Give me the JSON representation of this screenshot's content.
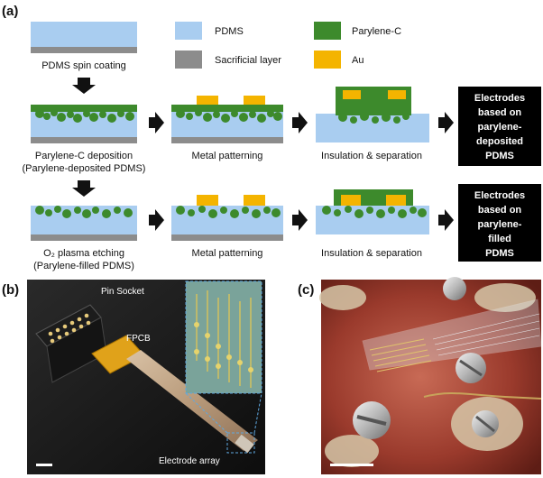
{
  "panels": {
    "a": "(a)",
    "b": "(b)",
    "c": "(c)"
  },
  "legend": {
    "pdms": "PDMS",
    "parylene": "Parylene-C",
    "sacrificial": "Sacrificial layer",
    "au": "Au"
  },
  "colors": {
    "pdms": "#a9cdf0",
    "parylene": "#3d8a2c",
    "sacrificial": "#8c8c8c",
    "au": "#f4b400",
    "result_box": "#000000"
  },
  "steps": {
    "spin": "PDMS spin coating",
    "dep1": "Parylene-C deposition",
    "dep2": "(Parylene-deposited PDMS)",
    "etch1": "O₂ plasma etching",
    "etch2": "(Parylene-filled PDMS)",
    "metal_top": "Metal patterning",
    "metal_bot": "Metal patterning",
    "ins_top": "Insulation & separation",
    "ins_bot": "Insulation & separation"
  },
  "results": {
    "top": [
      "Electrodes",
      "based on",
      "parylene-",
      "deposited",
      "PDMS"
    ],
    "bottom": [
      "Electrodes",
      "based on",
      "parylene-",
      "filled",
      "PDMS"
    ]
  },
  "photo_b": {
    "pin_socket": "Pin Socket",
    "fpcb": "FPCB",
    "electrode_array": "Electrode array"
  }
}
